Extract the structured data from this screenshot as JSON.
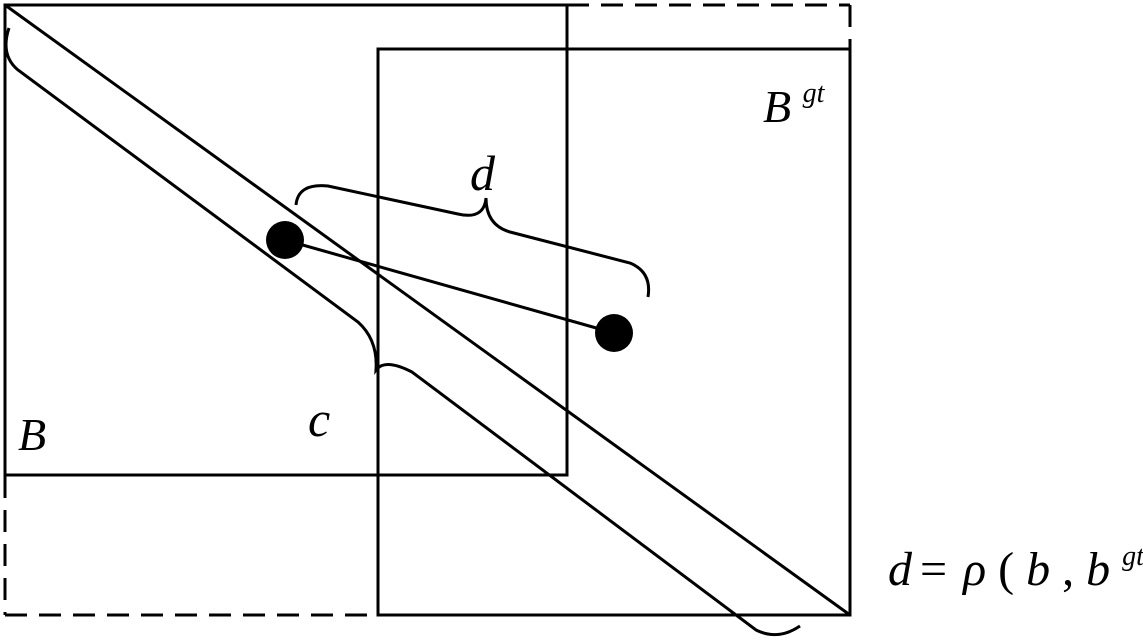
{
  "labels": {
    "box_pred": "B",
    "box_gt_base": "B",
    "box_gt_sup": "gt",
    "center_distance": "d",
    "diagonal_length": "c"
  },
  "formula": {
    "lhs": "d",
    "eq": "=",
    "rho": "ρ",
    "open": "(",
    "arg1": "b",
    "comma": ",",
    "arg2_base": "b",
    "arg2_sup": "gt",
    "close": ")"
  },
  "colors": {
    "ink": "#000000",
    "background": "#ffffff"
  }
}
